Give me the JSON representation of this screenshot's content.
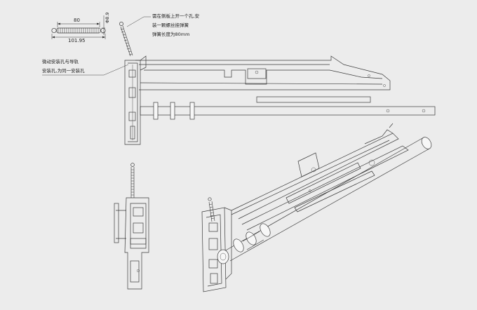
{
  "spring_detail": {
    "dim_length_inner": "80",
    "dim_length_outer": "101.95",
    "dim_diameter": "Φ8.9"
  },
  "annotations": {
    "top_note": [
      "需在侧板上开一个孔,安",
      "装一颗螺丝挂弹簧",
      "弹簧长度为80mm"
    ],
    "left_note": [
      "微动安装孔与导轨",
      "安装孔,为同一安装孔"
    ]
  },
  "colors": {
    "background": "#ececec",
    "line": "#3a3a3a"
  }
}
